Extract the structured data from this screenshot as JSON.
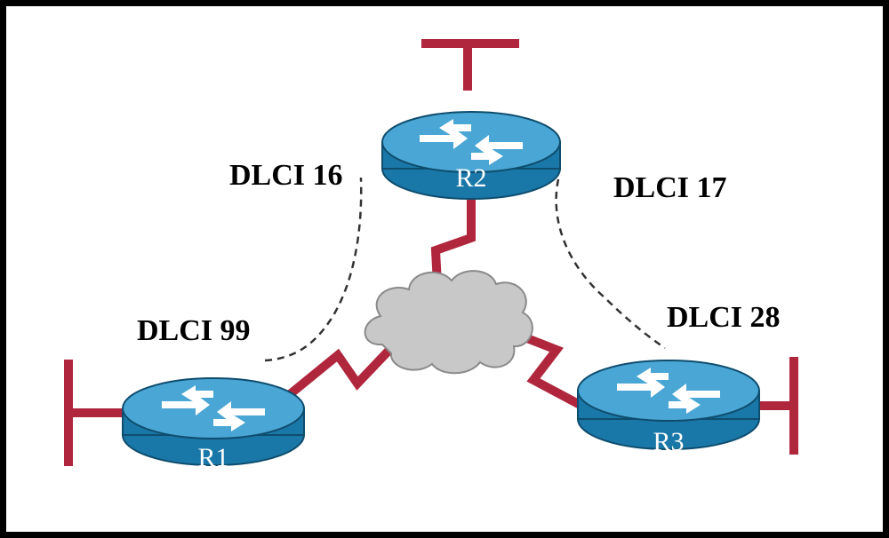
{
  "colors": {
    "link": "#b0273d",
    "router_body": "#1a78a8",
    "router_top": "#4aa6d4",
    "arrow": "#ffffff",
    "cloud": "#c8c8c8",
    "dashed": "#333333",
    "border": "#000000"
  },
  "routers": [
    {
      "id": "r2",
      "label": "R2"
    },
    {
      "id": "r1",
      "label": "R1"
    },
    {
      "id": "r3",
      "label": "R3"
    }
  ],
  "dlci_labels": [
    {
      "id": "r2-r1-end",
      "text": "DLCI 16"
    },
    {
      "id": "r2-r3-end",
      "text": "DLCI 17"
    },
    {
      "id": "r1-end",
      "text": "DLCI 99"
    },
    {
      "id": "r3-end",
      "text": "DLCI 28"
    }
  ],
  "icons": {
    "router": "router-icon",
    "cloud": "frame-relay-cloud-icon",
    "serial": "serial-link-icon",
    "ethernet": "ethernet-segment-icon"
  }
}
